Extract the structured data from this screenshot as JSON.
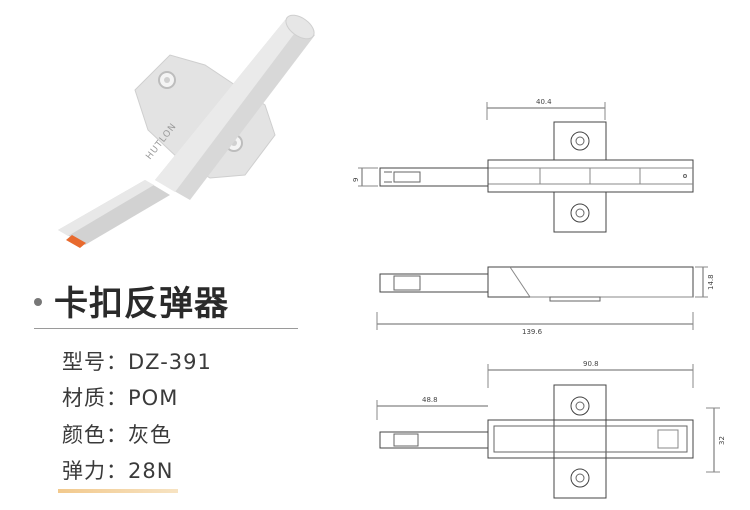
{
  "product": {
    "brand_mark": "HUTLON",
    "title": "卡扣反弹器",
    "specs": [
      {
        "label": "型号：",
        "value": "DZ-391"
      },
      {
        "label": "材质：",
        "value": "POM"
      },
      {
        "label": "颜色：",
        "value": "灰色"
      },
      {
        "label": "弹力：",
        "value": "28N"
      }
    ]
  },
  "drawing": {
    "top_width": "40.4",
    "top_height": "9",
    "side_length": "139.6",
    "side_height": "14.8",
    "bottom_total": "90.8",
    "bottom_partial": "48.8",
    "bottom_height": "32"
  },
  "colors": {
    "accent": "#f2c98d",
    "body": "#d9d9d9",
    "tip": "#e86a2e"
  }
}
